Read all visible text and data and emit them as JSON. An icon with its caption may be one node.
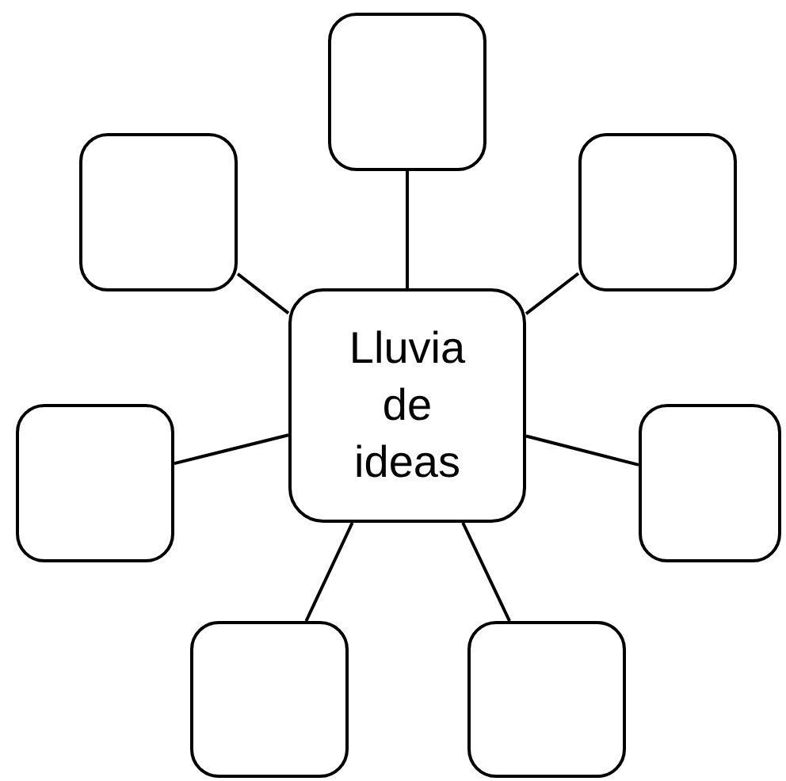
{
  "diagram": {
    "nodes": [
      {
        "text": [],
        "shape": "box"
      },
      {
        "text": [],
        "shape": "box"
      },
      {
        "text": [],
        "shape": "box"
      },
      {
        "text": [
          "Lluvia de ideas"
        ]
      },
      {
        "text": [],
        "shape": "box"
      },
      {
        "text": [],
        "shape": "box"
      },
      {
        "text": [],
        "shape": "box"
      },
      {
        "text": [],
        "shape": "box"
      }
    ],
    "edges": [
      {
        "from": 3,
        "to": 0,
        "arrow": "none"
      },
      {
        "from": 3,
        "to": 1,
        "arrow": "none"
      },
      {
        "from": 3,
        "to": 2,
        "arrow": "none"
      },
      {
        "from": 3,
        "to": 4,
        "arrow": "none"
      },
      {
        "from": 3,
        "to": 5,
        "arrow": "none"
      },
      {
        "from": 3,
        "to": 6,
        "arrow": "none"
      },
      {
        "from": 3,
        "to": 7,
        "arrow": "none"
      }
    ]
  }
}
